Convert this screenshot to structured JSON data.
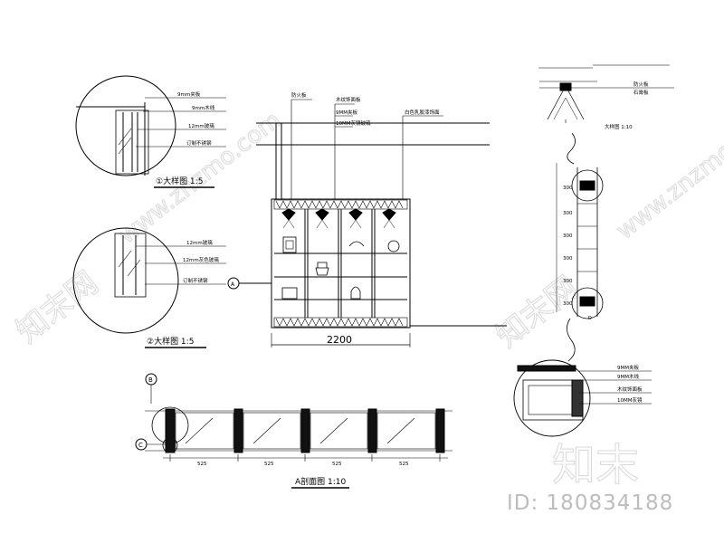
{
  "watermark": {
    "site": "www.znzmo.com",
    "brand": "知末网",
    "logo_text": "知末"
  },
  "id_text": "ID: 180834188",
  "detail_1": {
    "caption": "①大样图 1:5",
    "labels": [
      "9mm夹板",
      "9mm木线",
      "12mm玻璃",
      "订制不锈钢"
    ]
  },
  "detail_2": {
    "caption": "②大样图 1:5",
    "labels": [
      "12mm玻璃",
      "12mm灰色玻璃",
      "订制不锈钢"
    ]
  },
  "elevation": {
    "top_labels": [
      "防火板",
      "木纹饰面板",
      "9MM夹板",
      "10MM灰镜玻璃",
      "白色乳胶漆饰面"
    ],
    "width_label": "2200",
    "marker_a": "A"
  },
  "section": {
    "caption": "A剖面图 1:10",
    "marker_b": "B",
    "marker_c": "C",
    "segments": [
      "525",
      "525",
      "525",
      "525"
    ]
  },
  "side_section": {
    "top_caption": "大样图 1:10",
    "top_labels": [
      "防火板",
      "石膏板"
    ],
    "dims": [
      "300",
      "300",
      "300",
      "300",
      "300",
      "300"
    ],
    "bottom_labels": [
      "9MM夹板",
      "9MM木线",
      "木纹饰面板",
      "10MM灰镜"
    ],
    "marker": "D"
  }
}
